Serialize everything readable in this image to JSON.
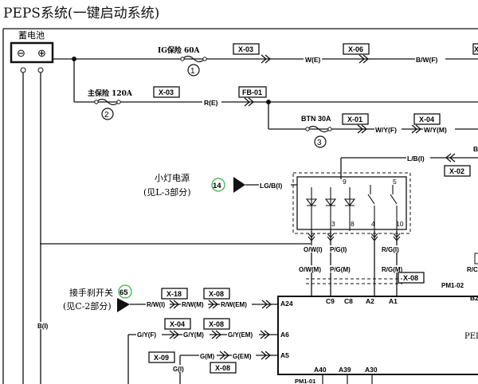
{
  "title": "PEPS系统(一键启动系统)",
  "battery": {
    "label": "蓄电池",
    "neg": "⊖",
    "pos": "⊕"
  },
  "fuses": [
    {
      "label": "IG保险 60A",
      "num": "1"
    },
    {
      "label": "主保险 120A",
      "num": "2"
    },
    {
      "label": "BTN 30A",
      "num": "3"
    }
  ],
  "connectors": {
    "x03a": "X-03",
    "x06": "X-06",
    "x07": "X",
    "x03b": "X-03",
    "fb01": "FB-01",
    "x01": "X-01",
    "x04a": "X-04",
    "x02": "X-02",
    "x08a": "X-08",
    "x18": "X-18",
    "x08b": "X-08",
    "x04b": "X-04",
    "x08c": "X-08",
    "x09": "X-09",
    "x08d": "X-08"
  },
  "wires": {
    "we": "W(E)",
    "bwf": "B/W(F)",
    "re": "R(E)",
    "wyf": "W/Y(F)",
    "wym": "W/Y(M)",
    "lbi": "L/B(I)",
    "bcut": "B",
    "lgbi": "LG/B(I)",
    "owi": "O/W(I)",
    "pgi": "P/G(I)",
    "rgi": "R/G(I)",
    "owm": "O/W(M)",
    "pgm": "P/G(M)",
    "rgm": "R/G(M)",
    "rwi": "R/W(I)",
    "rwm": "R/W(M)",
    "rwem": "R/W(EM)",
    "gyf": "G/Y(F)",
    "gym": "G/Y(M)",
    "gyem": "G/Y(EM)",
    "gm": "G(M)",
    "gem": "G(EM)",
    "gi": "G(I)",
    "bi": "B(I)",
    "rcut": "R/C"
  },
  "relay_pins": [
    "9",
    "5",
    "3",
    "8",
    "4",
    "10"
  ],
  "pins": {
    "c9": "C9",
    "c8": "C8",
    "a2": "A2",
    "a1": "A1",
    "a24": "A24",
    "a6": "A6",
    "a5": "A5",
    "a40": "A40",
    "a39": "A39",
    "a30": "A30",
    "b2": "B2",
    "pm102": "PM1-02",
    "pm101": "PM1-01"
  },
  "module_label": "PEI",
  "refs": [
    {
      "text": "小灯电源",
      "sub": "(见L-3部分)",
      "num": "14"
    },
    {
      "text": "接手刹开关",
      "sub": "(见C-2部分)",
      "num": "65"
    }
  ],
  "colors": {
    "line": "#111111",
    "ref_circle": "#39b54a"
  }
}
